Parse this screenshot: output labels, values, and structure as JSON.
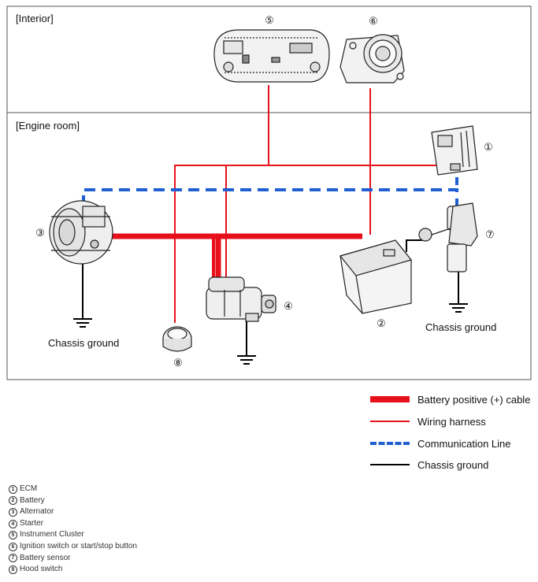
{
  "sections": {
    "interior": "[Interior]",
    "engine_room": "[Engine room]"
  },
  "callouts": [
    "①",
    "②",
    "③",
    "④",
    "⑤",
    "⑥",
    "⑦",
    "⑧"
  ],
  "ground_labels": {
    "left": "Chassis ground",
    "right": "Chassis ground"
  },
  "legend": [
    {
      "label": "Battery positive (+) cable",
      "style": "thick-solid",
      "color": "#e8101a"
    },
    {
      "label": "Wiring harness",
      "style": "thin-solid",
      "color": "#e8101a"
    },
    {
      "label": "Communication Line",
      "style": "dashed",
      "color": "#1f5fd1"
    },
    {
      "label": "Chassis ground",
      "style": "solid",
      "color": "#000000"
    }
  ],
  "components": [
    {
      "num": "1",
      "name": "ECM"
    },
    {
      "num": "2",
      "name": "Battery"
    },
    {
      "num": "3",
      "name": "Alternator"
    },
    {
      "num": "4",
      "name": "Starter"
    },
    {
      "num": "5",
      "name": "Instrument Cluster"
    },
    {
      "num": "6",
      "name": "Ignition switch or start/stop button"
    },
    {
      "num": "7",
      "name": "Battery sensor"
    },
    {
      "num": "8",
      "name": "Hood switch"
    }
  ],
  "colors": {
    "battery_cable": "#e8101a",
    "harness": "#e8101a",
    "comm_line": "#1f5fd1",
    "ground": "#000000"
  }
}
